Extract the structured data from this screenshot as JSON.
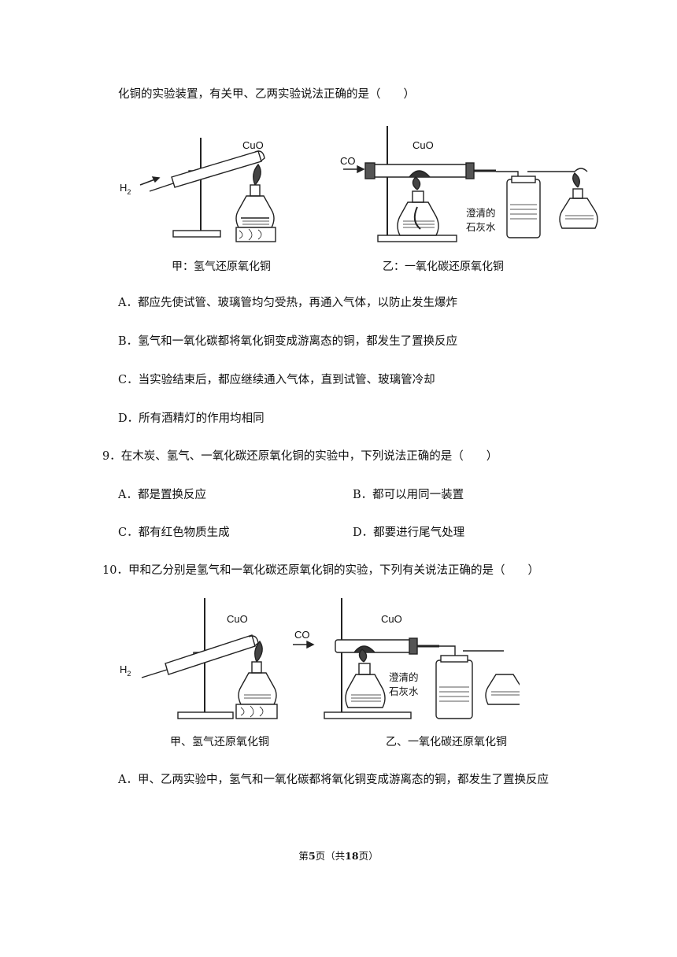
{
  "q8": {
    "stem_tail": "化铜的实验装置，有关甲、乙两实验说法正确的是（　　）",
    "figure": {
      "left_cuo": "CuO",
      "left_h2": "H",
      "left_h2_sub": "2",
      "left_caption": "甲：氢气还原氧化铜",
      "right_co": "CO",
      "right_cuo": "CuO",
      "right_lime_1": "澄清的",
      "right_lime_2": "石灰水",
      "right_caption": "乙：一氧化碳还原氧化铜"
    },
    "options": [
      "A．都应先使试管、玻璃管均匀受热，再通入气体，以防止发生爆炸",
      "B．氢气和一氧化碳都将氧化铜变成游离态的铜，都发生了置换反应",
      "C．当实验结束后，都应继续通入气体，直到试管、玻璃管冷却",
      "D．所有酒精灯的作用均相同"
    ]
  },
  "q9": {
    "stem": "9．在木炭、氢气、一氧化碳还原氧化铜的实验中，下列说法正确的是（　　）",
    "options": [
      "A．都是置换反应",
      "B．都可以用同一装置",
      "C．都有红色物质生成",
      "D．都要进行尾气处理"
    ]
  },
  "q10": {
    "stem": "10．甲和乙分别是氢气和一氧化碳还原氧化铜的实验，下列有关说法正确的是（　　）",
    "figure": {
      "left_cuo": "CuO",
      "left_h2": "H",
      "left_h2_sub": "2",
      "left_caption": "甲、氢气还原氧化铜",
      "right_co": "CO",
      "right_cuo": "CuO",
      "right_lime_1": "澄清的",
      "right_lime_2": "石灰水",
      "right_caption": "乙、一氧化碳还原氧化铜"
    },
    "options": [
      "A．甲、乙两实验中，氢气和一氧化碳都将氧化铜变成游离态的铜，都发生了置换反应"
    ]
  },
  "footer": {
    "prefix": "第",
    "page": "5",
    "mid": "页（共",
    "total": "18",
    "suffix": "页）"
  }
}
